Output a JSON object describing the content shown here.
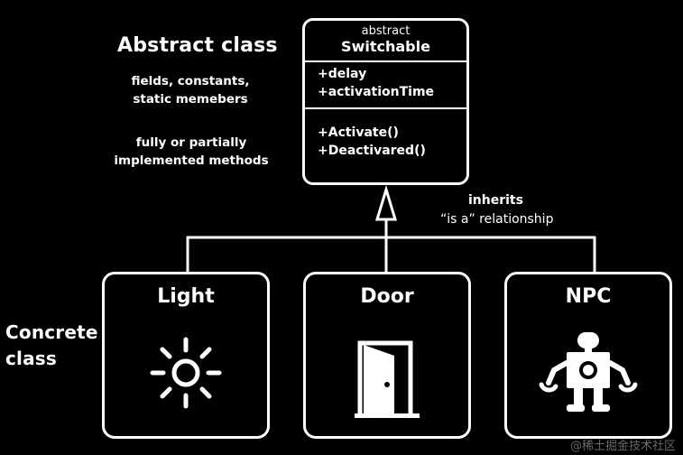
{
  "left_labels": {
    "abstract_heading": "Abstract class",
    "abstract_note_1": "fields, constants,",
    "abstract_note_2": "static memebers",
    "methods_note_1": "fully or partially",
    "methods_note_2": "implemented methods",
    "concrete_heading_1": "Concrete",
    "concrete_heading_2": "class"
  },
  "uml_box": {
    "stereotype": "abstract",
    "name": "Switchable",
    "fields": [
      "+delay",
      "+activationTime"
    ],
    "methods": [
      "+Activate()",
      "+Deactivared()"
    ]
  },
  "relationship": {
    "label": "inherits",
    "sublabel": "“is a” relationship"
  },
  "concrete_classes": [
    {
      "name": "Light",
      "icon": "sun-icon"
    },
    {
      "name": "Door",
      "icon": "open-door-icon"
    },
    {
      "name": "NPC",
      "icon": "robot-icon"
    }
  ],
  "watermark": "@稀土掘金技术社区",
  "colors": {
    "background": "#000000",
    "foreground": "#ffffff"
  }
}
